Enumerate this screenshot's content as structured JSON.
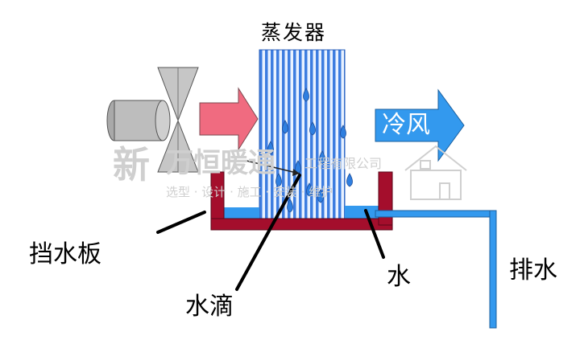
{
  "diagram": {
    "title": "蒸发器",
    "labels": {
      "cold_air": "冷风",
      "baffle": "挡水板",
      "droplets": "水滴",
      "water": "水",
      "drain": "排水"
    },
    "watermark": {
      "logo_char": "新",
      "company": "万恒暖通",
      "company_suffix": "工程有限公司",
      "services": "选型 · 设计 · 施工 · 安装 · 维护"
    },
    "colors": {
      "fin_blue": "#3d7de0",
      "fin_light": "#e9f2ff",
      "warm_arrow": "#f06b80",
      "cold_arrow": "#3399ee",
      "tray": "#a40e2c",
      "water": "#3399ee",
      "fan_body": "#bdbdbd"
    }
  }
}
